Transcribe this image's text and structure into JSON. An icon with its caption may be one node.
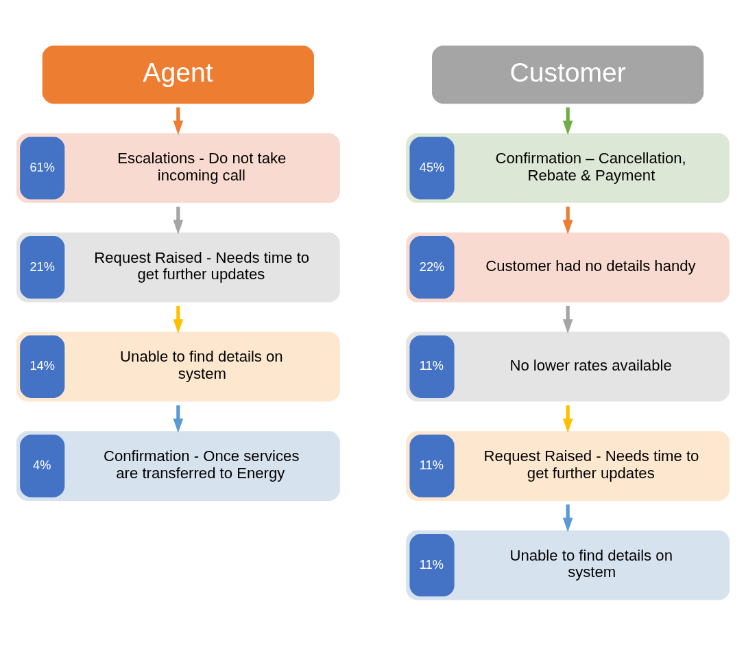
{
  "diagram": {
    "nodes": [
      {
        "text": [
          "Agent"
        ]
      },
      {
        "text": [
          "Customer"
        ]
      },
      {
        "text": [
          "61%",
          "Escalations - Do not take incoming call"
        ]
      },
      {
        "text": [
          "21%",
          "Request Raised - Needs time to get further updates"
        ]
      },
      {
        "text": [
          "14%",
          "Unable to find details on system"
        ]
      },
      {
        "text": [
          "4%",
          "Confirmation - Once services are transferred to Energy"
        ]
      },
      {
        "text": [
          "45%",
          "Confirmation – Cancellation, Rebate & Payment"
        ]
      },
      {
        "text": [
          "22%",
          "Customer had no details handy"
        ]
      },
      {
        "text": [
          "11%",
          "No lower rates available"
        ]
      },
      {
        "text": [
          "11%",
          "Request Raised - Needs time to get further updates"
        ]
      },
      {
        "text": [
          "11%",
          "Unable to find details on system"
        ]
      }
    ],
    "edges": [
      {
        "from": 0,
        "to": 2,
        "arrow": "to",
        "color": "#ed7d31"
      },
      {
        "from": 2,
        "to": 3,
        "arrow": "to",
        "color": "#a5a5a5"
      },
      {
        "from": 3,
        "to": 4,
        "arrow": "to",
        "color": "#ffc000"
      },
      {
        "from": 4,
        "to": 5,
        "arrow": "to",
        "color": "#5b9bd5"
      },
      {
        "from": 1,
        "to": 6,
        "arrow": "to",
        "color": "#70ad47"
      },
      {
        "from": 6,
        "to": 7,
        "arrow": "to",
        "color": "#ed7d31"
      },
      {
        "from": 7,
        "to": 8,
        "arrow": "to",
        "color": "#a5a5a5"
      },
      {
        "from": 8,
        "to": 9,
        "arrow": "to",
        "color": "#ffc000"
      },
      {
        "from": 9,
        "to": 10,
        "arrow": "to",
        "color": "#5b9bd5"
      }
    ]
  }
}
